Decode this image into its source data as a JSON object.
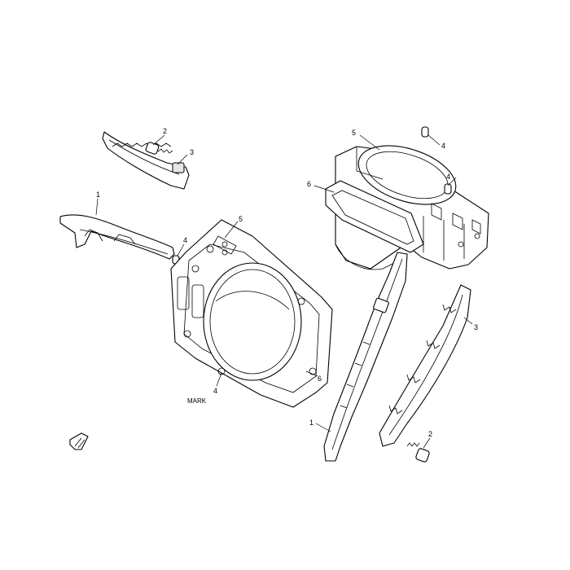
{
  "callouts": {
    "c1_left": "1",
    "c2_top": "2",
    "c3_top": "3",
    "c4_mid": "4",
    "c5_mid": "5",
    "c6_mid": "6",
    "c4_bottom": "4",
    "c5_right": "5",
    "c4_right_top": "4",
    "c4_right_mid": "4",
    "c6_right": "6",
    "c3_right": "3",
    "c1_bottom": "1",
    "c2_bottom": "2"
  },
  "mark_label": "MARK",
  "icons": {
    "orientation": "front-arrow-icon"
  }
}
